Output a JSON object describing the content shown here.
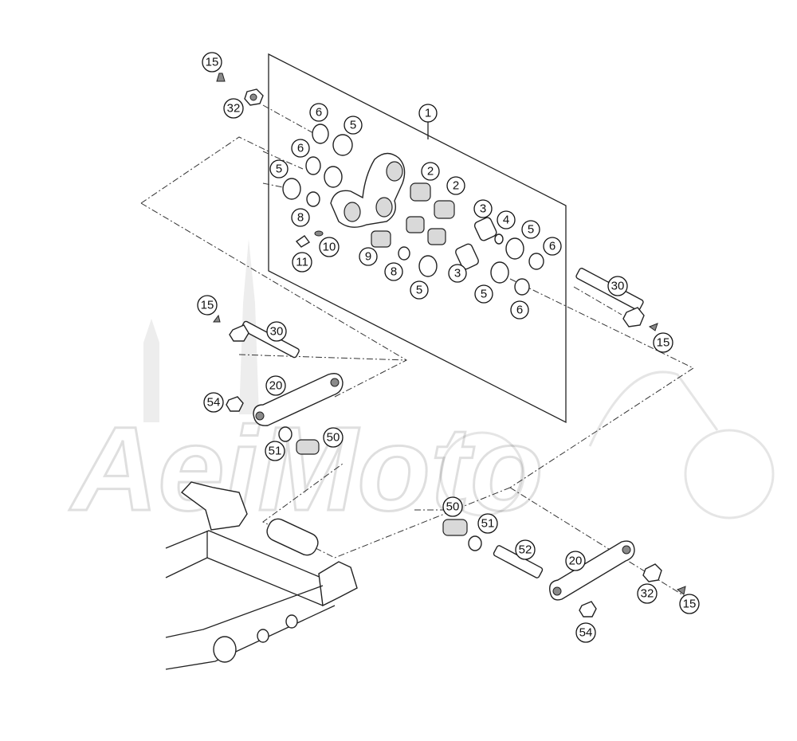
{
  "watermark": {
    "text": "AeiMoto"
  },
  "callouts": [
    {
      "id": "c-1",
      "label": "1"
    },
    {
      "id": "c-2a",
      "label": "2"
    },
    {
      "id": "c-2b",
      "label": "2"
    },
    {
      "id": "c-3a",
      "label": "3"
    },
    {
      "id": "c-3b",
      "label": "3"
    },
    {
      "id": "c-4",
      "label": "4"
    },
    {
      "id": "c-5a",
      "label": "5"
    },
    {
      "id": "c-5b",
      "label": "5"
    },
    {
      "id": "c-5c",
      "label": "5"
    },
    {
      "id": "c-5d",
      "label": "5"
    },
    {
      "id": "c-5e",
      "label": "5"
    },
    {
      "id": "c-6a",
      "label": "6"
    },
    {
      "id": "c-6b",
      "label": "6"
    },
    {
      "id": "c-6c",
      "label": "6"
    },
    {
      "id": "c-6d",
      "label": "6"
    },
    {
      "id": "c-8a",
      "label": "8"
    },
    {
      "id": "c-8b",
      "label": "8"
    },
    {
      "id": "c-9",
      "label": "9"
    },
    {
      "id": "c-10",
      "label": "10"
    },
    {
      "id": "c-11",
      "label": "11"
    },
    {
      "id": "c-15a",
      "label": "15"
    },
    {
      "id": "c-15b",
      "label": "15"
    },
    {
      "id": "c-15c",
      "label": "15"
    },
    {
      "id": "c-15d",
      "label": "15"
    },
    {
      "id": "c-20a",
      "label": "20"
    },
    {
      "id": "c-20b",
      "label": "20"
    },
    {
      "id": "c-30a",
      "label": "30"
    },
    {
      "id": "c-30b",
      "label": "30"
    },
    {
      "id": "c-32a",
      "label": "32"
    },
    {
      "id": "c-32b",
      "label": "32"
    },
    {
      "id": "c-50a",
      "label": "50"
    },
    {
      "id": "c-50b",
      "label": "50"
    },
    {
      "id": "c-51a",
      "label": "51"
    },
    {
      "id": "c-51b",
      "label": "51"
    },
    {
      "id": "c-52",
      "label": "52"
    },
    {
      "id": "c-54a",
      "label": "54"
    },
    {
      "id": "c-54b",
      "label": "54"
    }
  ]
}
